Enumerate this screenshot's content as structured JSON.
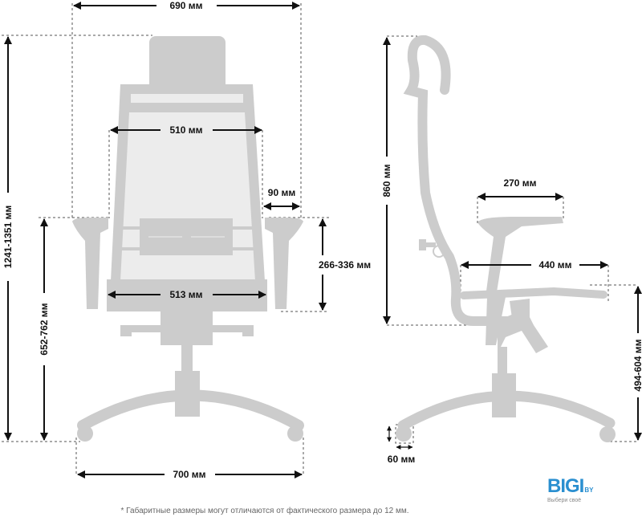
{
  "front_view": {
    "overall_width": "690 мм",
    "back_width": "510 мм",
    "armrest_offset": "90 мм",
    "seat_width": "513 мм",
    "base_width": "700 мм",
    "total_height": "1241-1351 мм",
    "armrest_height": "652-762 мм",
    "armrest_above_seat": "266-336 мм"
  },
  "side_view": {
    "back_height": "860 мм",
    "armrest_length": "270 мм",
    "seat_depth": "440 мм",
    "seat_height": "494-604 мм",
    "caster_size": "60 мм"
  },
  "footnote": "* Габаритные размеры могут отличаются от фактического размера до 12 мм.",
  "logo": {
    "text": "BIGI",
    "suffix": "BY",
    "tagline": "Выбери своё"
  },
  "colors": {
    "chair": "#cccccc",
    "chair_inner": "#ececec",
    "dimension": "#111111",
    "brand": "#2a8fd0"
  }
}
